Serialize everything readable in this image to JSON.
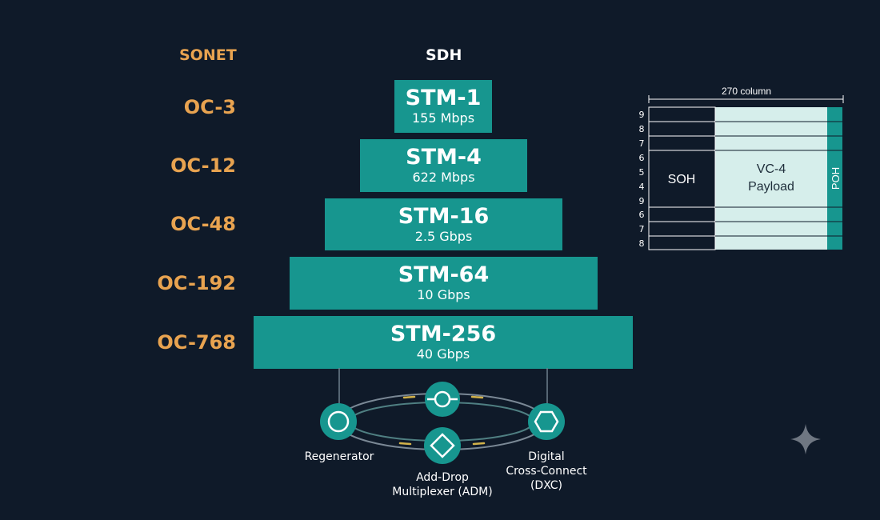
{
  "headers": {
    "sonet": "SONET",
    "sdh": "SDH"
  },
  "hierarchy": [
    {
      "oc": "OC-3",
      "stm": "STM-1",
      "rate": "155 Mbps"
    },
    {
      "oc": "OC-12",
      "stm": "STM-4",
      "rate": "622 Mbps"
    },
    {
      "oc": "OC-48",
      "stm": "STM-16",
      "rate": "2.5 Gbps"
    },
    {
      "oc": "OC-192",
      "stm": "STM-64",
      "rate": "10 Gbps"
    },
    {
      "oc": "OC-768",
      "stm": "STM-256",
      "rate": "40 Gbps"
    }
  ],
  "frame": {
    "columns_label": "270 column",
    "row_numbers": [
      "9",
      "8",
      "7",
      "6",
      "5",
      "4",
      "6",
      "7",
      "8",
      "9"
    ],
    "soh": "SOH",
    "payload_line1": "VC-4",
    "payload_line2": "Payload",
    "poh": "POH"
  },
  "elements": {
    "regenerator": "Regenerator",
    "adm_line1": "Add-Drop",
    "adm_line2": "Multiplexer (ADM)",
    "dxc_line1": "Digital",
    "dxc_line2": "Cross-Connect",
    "dxc_line3": "(DXC)"
  },
  "colors": {
    "background": "#0f1a29",
    "teal": "#17968f",
    "orange": "#e8a350",
    "payload": "#d6eeeb"
  }
}
